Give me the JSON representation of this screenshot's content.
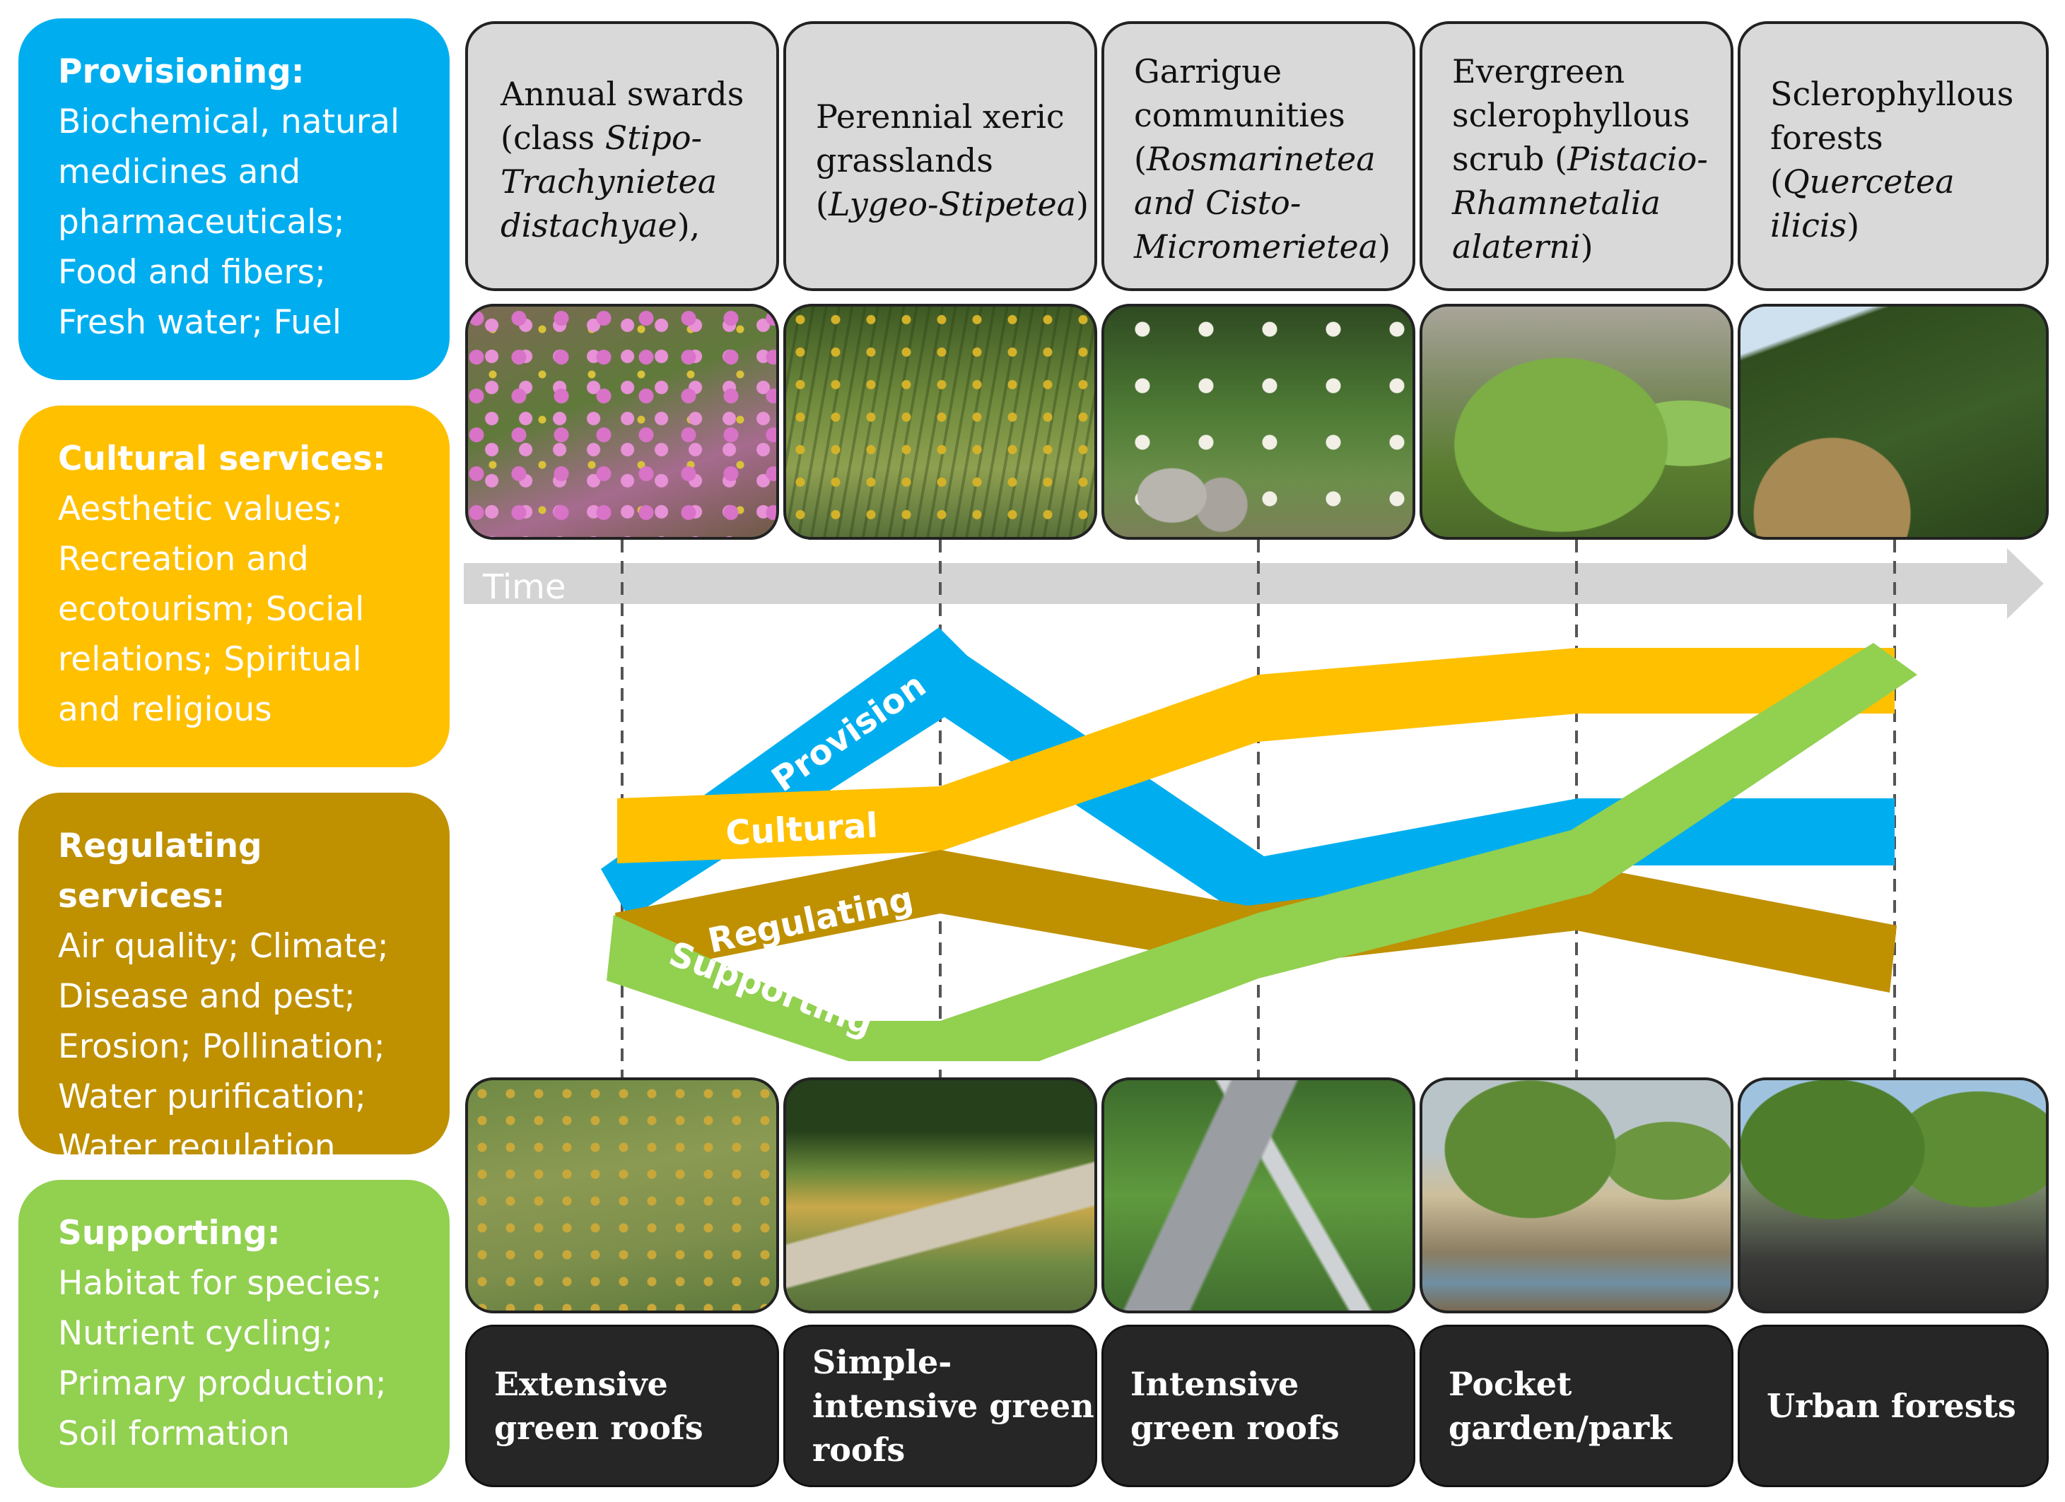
{
  "categories": [
    {
      "title": "Provisioning:",
      "lines": [
        "Biochemical, natural",
        "medicines and",
        "pharmaceuticals;",
        "Food and fibers;",
        "Fresh water; Fuel"
      ],
      "color": "#00aeef"
    },
    {
      "title": "Cultural services:",
      "lines": [
        "Aesthetic values;",
        "Recreation and",
        "ecotourism; Social",
        "relations; Spiritual",
        "and religious"
      ],
      "color": "#ffc000"
    },
    {
      "title": "Regulating services:",
      "lines": [
        "Air quality; Climate;",
        "Disease and pest;",
        "Erosion; Pollination;",
        "Water purification;",
        "Water regulation"
      ],
      "color": "#bf9000"
    },
    {
      "title": "Supporting:",
      "lines": [
        "Habitat for species;",
        "Nutrient cycling;",
        "Primary production;",
        "Soil formation"
      ],
      "color": "#92d050"
    }
  ],
  "communities": [
    {
      "lines": [
        [
          "Annual swards",
          ""
        ],
        [
          "(class ",
          "Stipo-"
        ],
        [
          "",
          "Trachynietea"
        ],
        [
          "",
          "distachyae"
        ],
        [
          "),",
          ""
        ]
      ]
    },
    {
      "lines": [
        [
          "Perennial xeric",
          ""
        ],
        [
          "grasslands",
          ""
        ],
        [
          "(",
          "Lygeo-Stipetea"
        ],
        [
          ")",
          ""
        ]
      ]
    },
    {
      "lines": [
        [
          "Garrigue",
          ""
        ],
        [
          "communities",
          ""
        ],
        [
          "(",
          "Rosmarinetea"
        ],
        [
          "",
          "and Cisto-"
        ],
        [
          "",
          "Micromerietea"
        ],
        [
          ")",
          ""
        ]
      ]
    },
    {
      "lines": [
        [
          "Evergreen",
          ""
        ],
        [
          "sclerophyllous",
          ""
        ],
        [
          "scrub (",
          "Pistacio-"
        ],
        [
          "",
          "Rhamnetalia"
        ],
        [
          "",
          "alaterni"
        ],
        [
          ")",
          ""
        ]
      ]
    },
    {
      "lines": [
        [
          "Sclerophyllous",
          ""
        ],
        [
          "forests",
          ""
        ],
        [
          "(",
          "Quercetea"
        ],
        [
          "",
          "ilicis"
        ],
        [
          ")",
          ""
        ]
      ]
    }
  ],
  "time_label": "Time",
  "flows": [
    {
      "label": "Provision",
      "color": "#00aeef"
    },
    {
      "label": "Cultural",
      "color": "#ffc000"
    },
    {
      "label": "Regulating",
      "color": "#bf9000"
    },
    {
      "label": "Supporting",
      "color": "#92d050"
    }
  ],
  "green_infrastructure": [
    {
      "lines": [
        "Extensive",
        "green roofs"
      ]
    },
    {
      "lines": [
        "Simple-",
        "intensive green",
        "roofs"
      ]
    },
    {
      "lines": [
        "Intensive",
        "green roofs"
      ]
    },
    {
      "lines": [
        "Pocket",
        "garden/park"
      ]
    },
    {
      "lines": [
        "Urban forests"
      ]
    }
  ]
}
